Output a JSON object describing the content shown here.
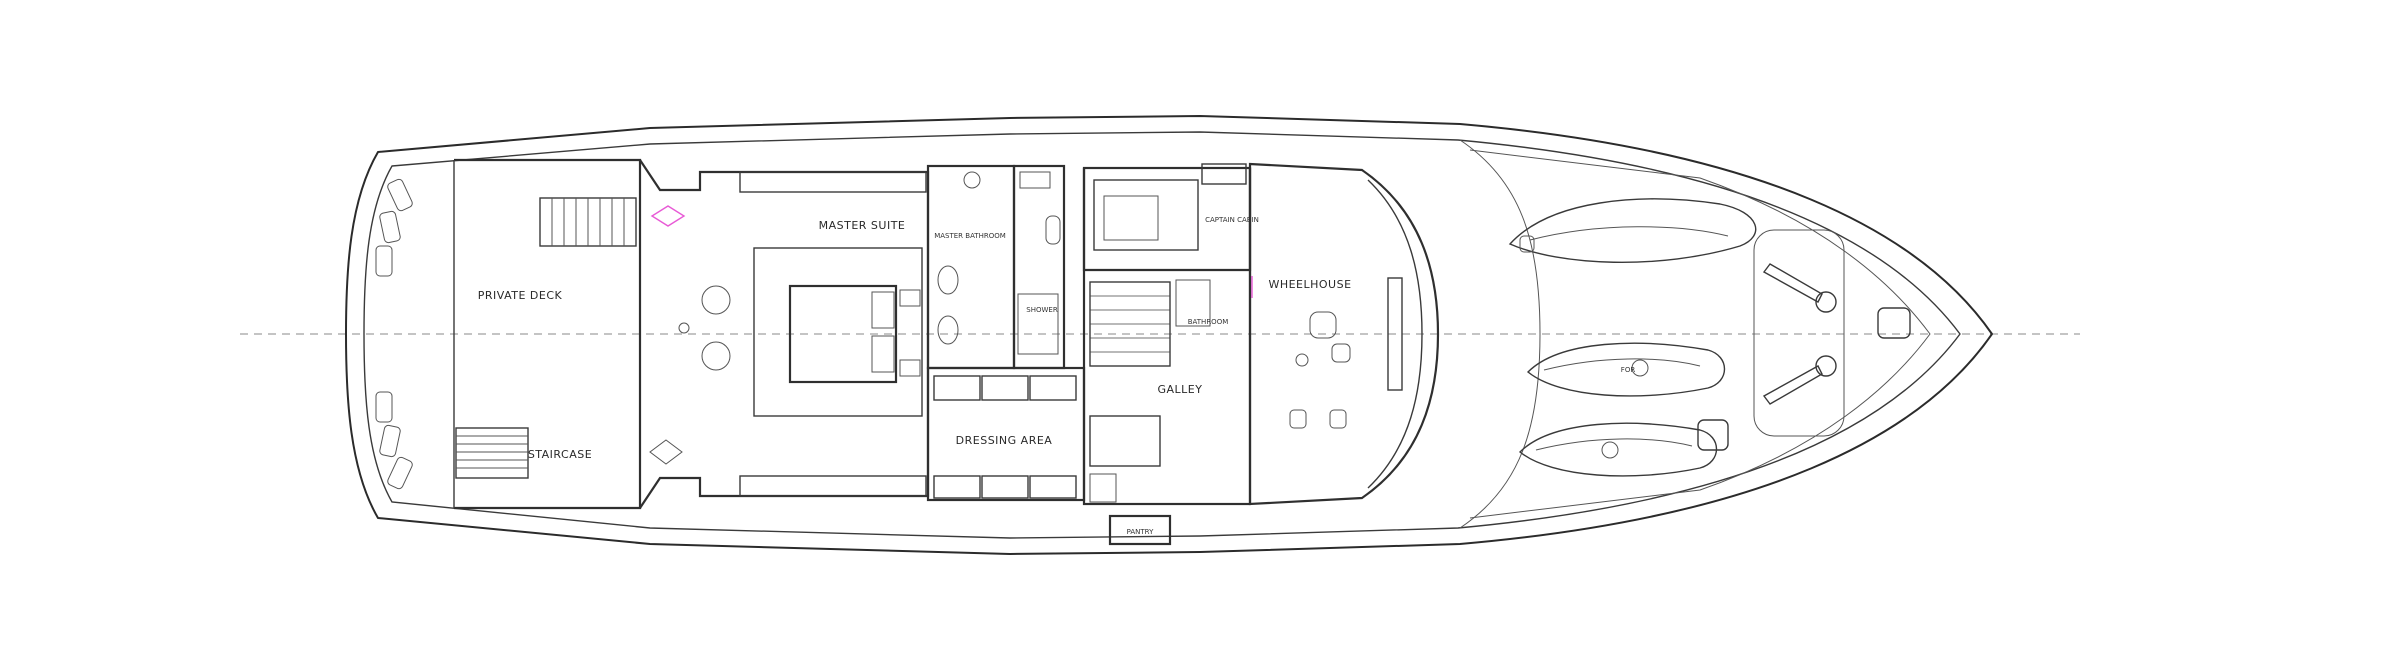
{
  "rooms": {
    "private_deck": "PRIVATE DECK",
    "staircase": "STAIRCASE",
    "master_suite": "MASTER SUITE",
    "master_bathroom": "MASTER BATHROOM",
    "dressing_area": "DRESSING AREA",
    "galley": "GALLEY",
    "captain_cabin": "CAPTAIN CABIN",
    "wheelhouse": "WHEELHOUSE",
    "bathroom": "BATHROOM",
    "shower": "SHOWER",
    "tender": "FOR",
    "pantry": "PANTRY"
  }
}
